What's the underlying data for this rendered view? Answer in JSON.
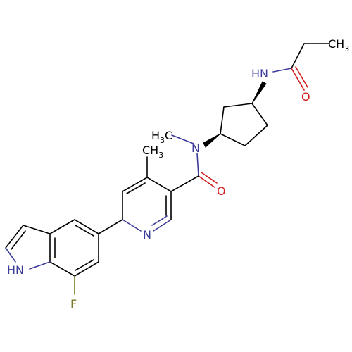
{
  "molecule": {
    "atom_labels": {
      "ch3_top": {
        "main": "CH",
        "sub": "3"
      },
      "nh_amide": "HN",
      "o_amide_top": "O",
      "h3c_nmethyl": {
        "main": "H",
        "sub": "3",
        "tail": "C"
      },
      "n_amide": "N",
      "ch3_ring": {
        "main": "CH",
        "sub": "3"
      },
      "o_carbonyl": "O",
      "n_pyridine": "N",
      "nh_indole": "HN",
      "f": "F"
    },
    "colors": {
      "carbon": "#000000",
      "nitrogen": "#3b3b9a",
      "oxygen": "#d21e1e",
      "fluorine": "#7a7a2a"
    }
  }
}
